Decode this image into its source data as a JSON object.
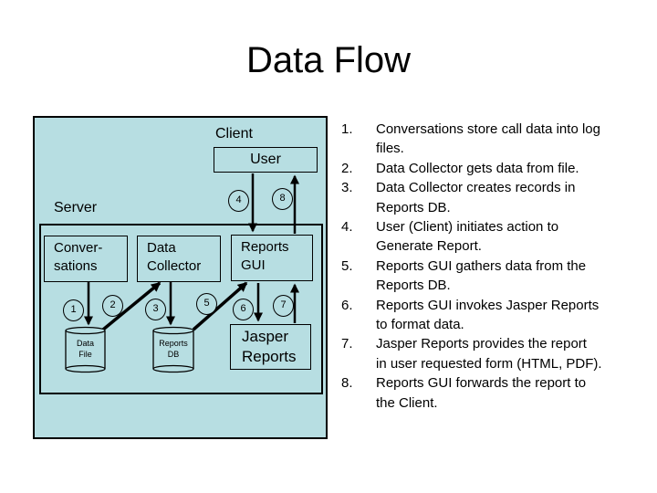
{
  "title": "Data Flow",
  "colors": {
    "diagram_fill": "#b7dee2",
    "line": "#000000"
  },
  "diagram": {
    "client_label": "Client",
    "server_label": "Server",
    "user_box": "User",
    "conversations_box": "Conver-\nsations",
    "data_collector_box": "Data\nCollector",
    "reports_gui_box": "Reports\nGUI",
    "jasper_box": "Jasper\nReports",
    "data_file_db": "Data\nFile",
    "reports_db": "Reports\nDB",
    "badges": [
      "1",
      "2",
      "3",
      "4",
      "5",
      "6",
      "7",
      "8"
    ]
  },
  "steps": [
    {
      "num": "1.",
      "lines": [
        "Conversations store call data into log",
        "files."
      ]
    },
    {
      "num": "2.",
      "lines": [
        "Data Collector gets data from file."
      ]
    },
    {
      "num": "3.",
      "lines": [
        "Data Collector creates records in",
        "Reports DB."
      ]
    },
    {
      "num": "4.",
      "lines": [
        "User (Client) initiates action to",
        "Generate Report."
      ]
    },
    {
      "num": "5.",
      "lines": [
        "Reports GUI gathers data from the",
        "Reports DB."
      ]
    },
    {
      "num": "6.",
      "lines": [
        "Reports GUI invokes Jasper Reports",
        "to format data."
      ]
    },
    {
      "num": "7.",
      "lines": [
        "Jasper Reports provides the report",
        "in user requested form (HTML, PDF)."
      ]
    },
    {
      "num": "8.",
      "lines": [
        "Reports GUI forwards the report to",
        "the Client."
      ]
    }
  ]
}
